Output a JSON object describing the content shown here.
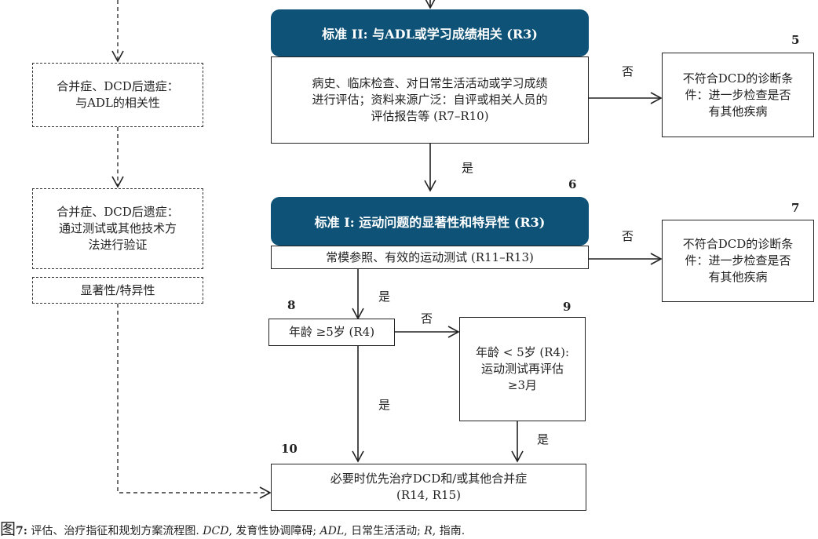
{
  "left": {
    "box1": "合并症、DCD后遗症：\n与ADL的相关性",
    "box2": "合并症、DCD后遗症：\n通过测试或其他技术方\n法进行验证",
    "box3": "显著性/特异性"
  },
  "criterion2": {
    "header": "标准 II: 与ADL或学习成绩相关 (R3)",
    "body": "病史、临床检查、对日常生活活动或学习成绩\n进行评估；资料来源广泛：自评或相关人员的\n评估报告等 (R7–R10)"
  },
  "criterion1": {
    "header": "标准 I: 运动问题的显著性和特异性 (R3)",
    "body": "常模参照、有效的运动测试 (R11–R13)"
  },
  "outcome5": {
    "number": "5",
    "text": "不符合DCD的诊断条\n件：进一步检查是否\n有其他疾病"
  },
  "outcome7": {
    "number": "7",
    "text": "不符合DCD的诊断条\n件：进一步检查是否\n有其他疾病"
  },
  "number6": "6",
  "age_check": {
    "number": "8",
    "text": "年龄 ≥5岁 (R4)"
  },
  "age_under": {
    "number": "9",
    "text": "年龄 < 5岁 (R4):\n运动测试再评估\n≥3月"
  },
  "treatment": {
    "number": "10",
    "text": "必要时优先治疗DCD和/或其他合并症\n(R14, R15)"
  },
  "labels": {
    "no": "否",
    "yes": "是"
  },
  "caption": {
    "fig": "图",
    "num": "7:",
    "t1": " 评估、治疗指征和规划方案流程图. ",
    "dcd": "DCD",
    "t2": ", 发育性协调障碍; ",
    "adl": "ADL",
    "t3": ", 日常生活活动; ",
    "r": "R",
    "t4": ", 指南."
  },
  "colors": {
    "header_bg": "#0e5377",
    "line": "#222222"
  }
}
